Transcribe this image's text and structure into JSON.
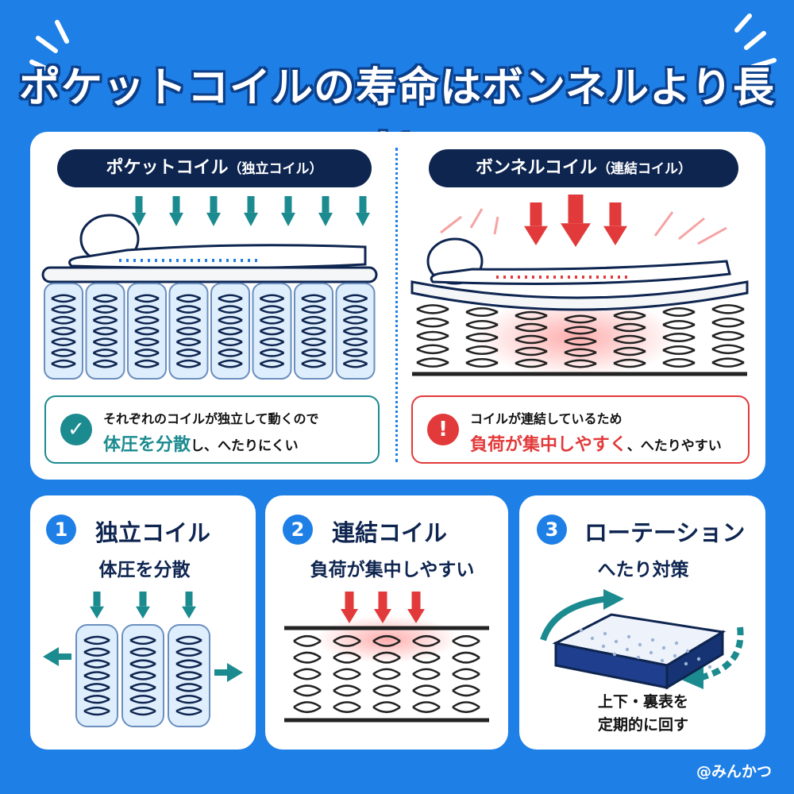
{
  "title": "ポケットコイルの寿命はボンネルより長い",
  "colors": {
    "background": "#1e7fe6",
    "navy": "#0e2550",
    "teal": "#1b8b8f",
    "red": "#e23a3a",
    "highlight": "#ffe93f"
  },
  "left_panel": {
    "label": "ポケットコイル",
    "label_sub": "（独立コイル）",
    "callout_line1": "それぞれのコイルが独立して動くので",
    "callout_highlight": "体圧を分散",
    "callout_rest": "し、へたりにくい",
    "icon": "check-icon"
  },
  "right_panel": {
    "label": "ボンネルコイル",
    "label_sub": "（連結コイル）",
    "callout_line1": "コイルが連結しているため",
    "callout_highlight": "負荷が集中しやすく",
    "callout_rest": "、へたりやすい",
    "icon": "exclamation-icon"
  },
  "cards": [
    {
      "number": "1",
      "heading": "独立コイル",
      "sub": "体圧を分散"
    },
    {
      "number": "2",
      "heading": "連結コイル",
      "sub": "負荷が集中しやすい"
    },
    {
      "number": "3",
      "heading": "ローテーション",
      "sub": "へたり対策",
      "note_line1": "上下・裏表を",
      "note_line2": "定期的に回す"
    }
  ],
  "handle": "@みんかつ"
}
